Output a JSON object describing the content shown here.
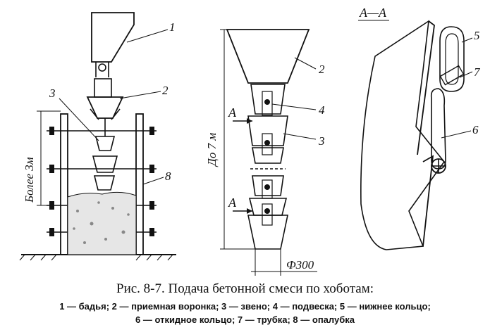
{
  "figure": {
    "left_labels": [
      "1",
      "2",
      "3",
      "8"
    ],
    "left_dim": "Более 3м",
    "mid_labels": [
      "2",
      "3",
      "4"
    ],
    "mid_dim": "До 7 м",
    "mid_diameter": "Ф300",
    "section_marks": [
      "А",
      "А"
    ],
    "right_title": "А—А",
    "right_labels": [
      "5",
      "7",
      "6"
    ]
  },
  "caption": "Рис. 8-7. Подача бетонной смеси по хоботам:",
  "legend_line1": "1 — бадья;  2 — приемная воронка;  3 — звено;  4 — подвеска;  5 — нижнее кольцо;",
  "legend_line2": "6 — откидное кольцо;  7 — трубка;  8 — опалубка"
}
